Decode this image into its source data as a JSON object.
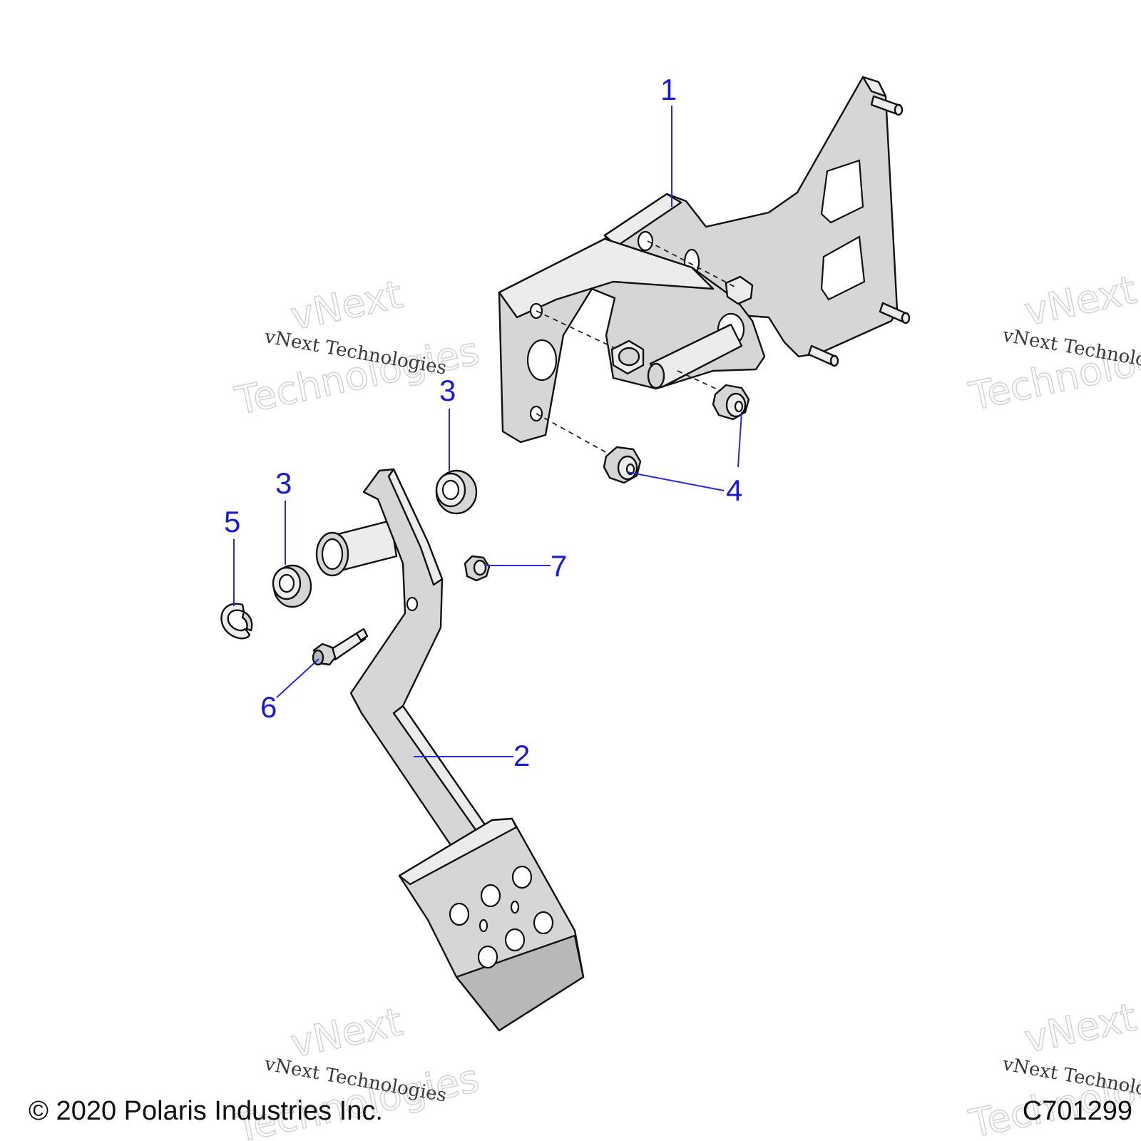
{
  "callouts": {
    "c1": "1",
    "c2": "2",
    "c3a": "3",
    "c3b": "3",
    "c4": "4",
    "c5": "5",
    "c6": "6",
    "c7": "7"
  },
  "watermark": {
    "line": "vNext Technologies",
    "big1": "vNext",
    "big2": "Technologies"
  },
  "footer": {
    "copyright": "© 2020 Polaris Industries Inc.",
    "figure_id": "C701299"
  }
}
